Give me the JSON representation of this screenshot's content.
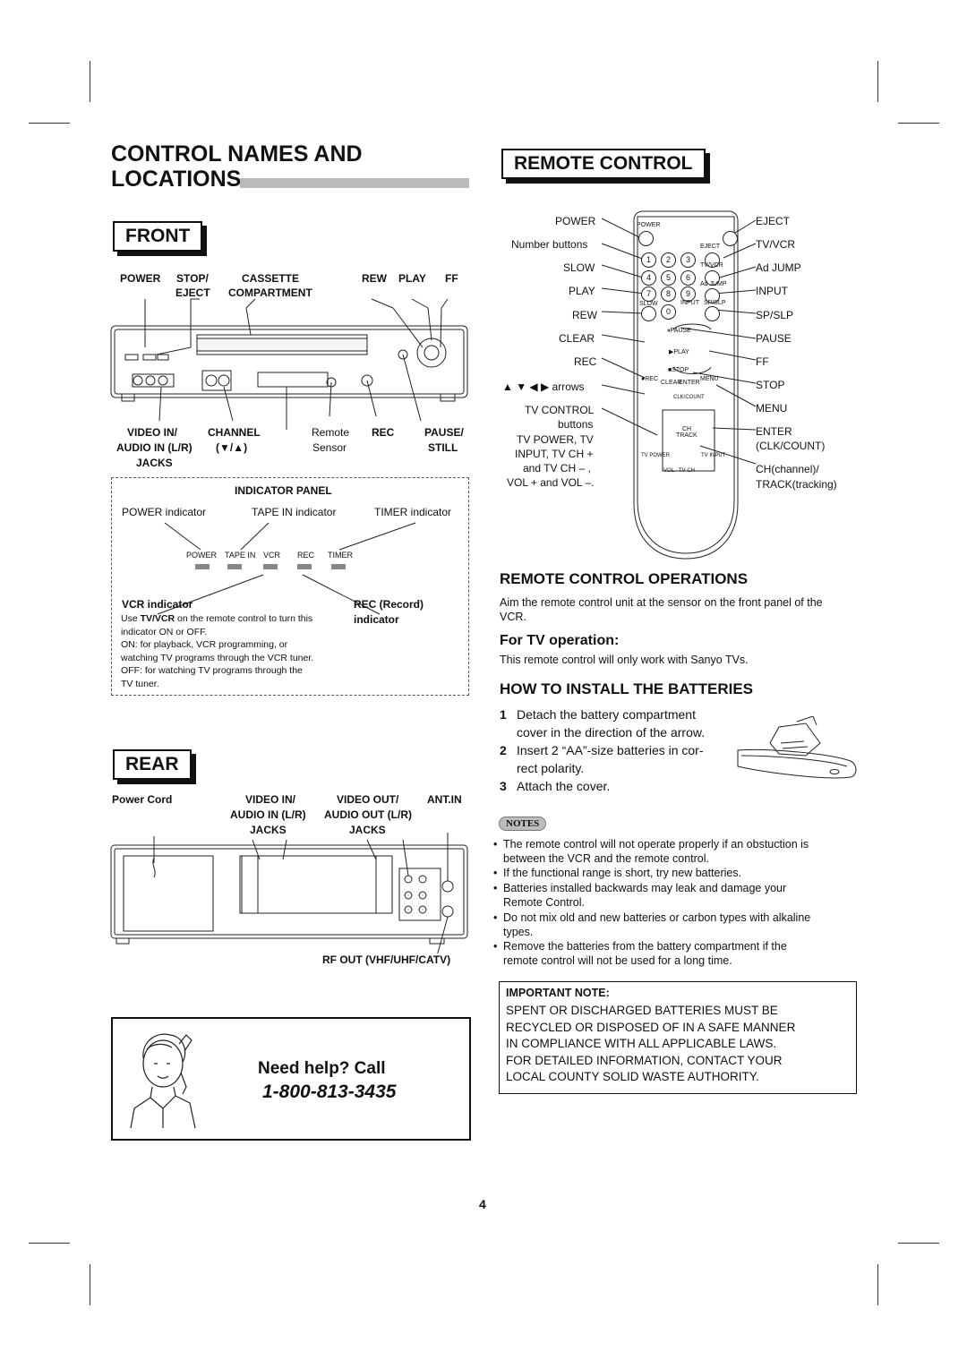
{
  "title": {
    "line1": "CONTROL NAMES AND",
    "line2": "LOCATIONS"
  },
  "remote_title": "REMOTE CONTROL",
  "front": {
    "heading": "FRONT",
    "top_labels": {
      "power": "POWER",
      "stop": "STOP/",
      "eject": "EJECT",
      "cassette": "CASSETTE",
      "compartment": "COMPARTMENT",
      "rew": "REW",
      "play": "PLAY",
      "ff": "FF"
    },
    "bottom_labels": {
      "video_in": "VIDEO IN/",
      "audio_in": "AUDIO IN (L/R)",
      "jacks": "JACKS",
      "channel": "CHANNEL",
      "channel_arrows": "(▼/▲)",
      "remote": "Remote",
      "sensor": "Sensor",
      "rec": "REC",
      "pause": "PAUSE/",
      "still": "STILL"
    },
    "panel": {
      "title": "INDICATOR PANEL",
      "power_indicator": "POWER indicator",
      "tape_in_indicator": "TAPE IN indicator",
      "timer_indicator": "TIMER indicator",
      "lamps": [
        "POWER",
        "TAPE IN",
        "VCR",
        "REC",
        "TIMER"
      ],
      "vcr_indicator": "VCR indicator",
      "rec_record": "REC (Record)",
      "rec_indicator": "indicator",
      "vcr_note_1a": "Use ",
      "vcr_note_1b": "TV/VCR",
      "vcr_note_1c": " on the remote control to turn this",
      "vcr_note_2": "indicator ON or OFF.",
      "vcr_note_3": "ON: for playback, VCR programming, or",
      "vcr_note_4": "watching TV programs through the VCR tuner.",
      "vcr_note_5": "OFF: for watching TV programs through the",
      "vcr_note_6": "TV tuner."
    }
  },
  "rear": {
    "heading": "REAR",
    "power_cord": "Power Cord",
    "video_in": "VIDEO IN/",
    "audio_in": "AUDIO IN (L/R)",
    "jacks1": "JACKS",
    "video_out": "VIDEO OUT/",
    "audio_out": "AUDIO OUT (L/R)",
    "jacks2": "JACKS",
    "ant_in": "ANT.IN",
    "rf_out": "RF OUT (VHF/UHF/CATV)"
  },
  "help": {
    "line1": "Need help? Call",
    "phone": "1-800-813-3435"
  },
  "remote": {
    "left_labels": [
      "POWER",
      "Number buttons",
      "SLOW",
      "PLAY",
      "REW",
      "CLEAR",
      "REC",
      "▲ ▼ ◀ ▶ arrows",
      "TV CONTROL",
      "buttons"
    ],
    "tv_power": "TV POWER, TV",
    "tv_input": "INPUT, TV CH +",
    "tv_ch": "and  TV CH – ,",
    "tv_vol": "VOL + and VOL –.",
    "right_labels": [
      "EJECT",
      "TV/VCR",
      "Ad JUMP",
      "INPUT",
      "SP/SLP",
      "PAUSE",
      "FF",
      "STOP",
      "MENU",
      "ENTER",
      "(CLK/COUNT)",
      "CH(channel)/",
      "TRACK(tracking)"
    ],
    "body_text": {
      "power": "POWER",
      "eject": "EJECT",
      "tvvcr": "TV/VCR",
      "adjump": "Ad JUMP",
      "slow": "SLOW",
      "input": "INPUT",
      "spslp": "SP/SLP",
      "pause": "⏸PAUSE",
      "play": "▶PLAY",
      "stop": "■STOP",
      "rec": "●REC",
      "clear": "CLEAR",
      "enter": "ENTER",
      "menu": "MENU",
      "clkcount": "CLK/COUNT",
      "ch": "CH",
      "track": "TRACK",
      "tvpower": "TV POWER",
      "vol": "VOL",
      "tvch": "TV CH",
      "tvinput": "TV INPUT"
    },
    "number_keys": [
      "1",
      "2",
      "3",
      "4",
      "5",
      "6",
      "7",
      "8",
      "9",
      "0"
    ]
  },
  "operations": {
    "heading": "REMOTE CONTROL OPERATIONS",
    "aim_1": "Aim the remote control unit at the sensor on the front panel of the",
    "aim_2": "VCR.",
    "tv_heading": "For TV operation:",
    "tv_text": "This remote control will only work with Sanyo TVs."
  },
  "batteries": {
    "heading": "HOW TO INSTALL THE BATTERIES",
    "steps": [
      {
        "num": "1",
        "line1": "Detach the battery compartment",
        "line2": "cover in the direction of the arrow."
      },
      {
        "num": "2",
        "line1": "Insert 2 “AA”-size batteries in cor-",
        "line2": "rect polarity."
      },
      {
        "num": "3",
        "line1": "Attach the cover.",
        "line2": ""
      }
    ]
  },
  "notes": {
    "badge": "NOTES",
    "items": [
      {
        "l1": "The remote control will not operate properly if an obstuction is",
        "l2": "between the VCR and the remote control."
      },
      {
        "l1": "If the functional range is short, try new batteries.",
        "l2": ""
      },
      {
        "l1": "Batteries installed backwards may leak and damage your",
        "l2": "Remote Control."
      },
      {
        "l1": "Do not mix old and new batteries or carbon types with alkaline",
        "l2": "types."
      },
      {
        "l1": "Remove the batteries from the battery compartment if the",
        "l2": "remote control will not be used for a long time."
      }
    ]
  },
  "important": {
    "title": "IMPORTANT NOTE:",
    "lines": [
      "SPENT OR DISCHARGED BATTERIES MUST BE",
      "RECYCLED OR DISPOSED OF IN A SAFE MANNER",
      "IN COMPLIANCE WITH ALL APPLICABLE LAWS.",
      "FOR DETAILED INFORMATION, CONTACT YOUR",
      "LOCAL COUNTY SOLID WASTE AUTHORITY."
    ]
  },
  "page_number": "4"
}
